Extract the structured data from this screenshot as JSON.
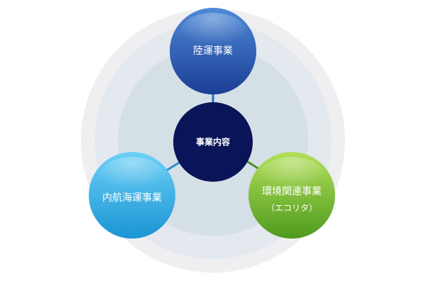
{
  "diagram": {
    "center": {
      "label": "事業内容",
      "color": "#0a1458"
    },
    "nodes": {
      "land_transport": {
        "label": "陸運事業",
        "color_top": "#4f89d8",
        "color_bottom": "#1b3e94"
      },
      "coastal_shipping": {
        "label": "内航海運事業",
        "color_top": "#6dd0f6",
        "color_bottom": "#1a95d4"
      },
      "environment": {
        "label": "環境関連事業",
        "sublabel": "（エコリタ）",
        "color_top": "#b3e05a",
        "color_bottom": "#4f9a1e"
      }
    },
    "connectors": {
      "land_transport": "#1d6ed3",
      "coastal_shipping": "#2a8fd0",
      "environment": "#4e8f2a"
    },
    "rings": {
      "outer": "#efeff1",
      "middle": "#e3e9ee",
      "inner": "#d5dfe6"
    }
  }
}
